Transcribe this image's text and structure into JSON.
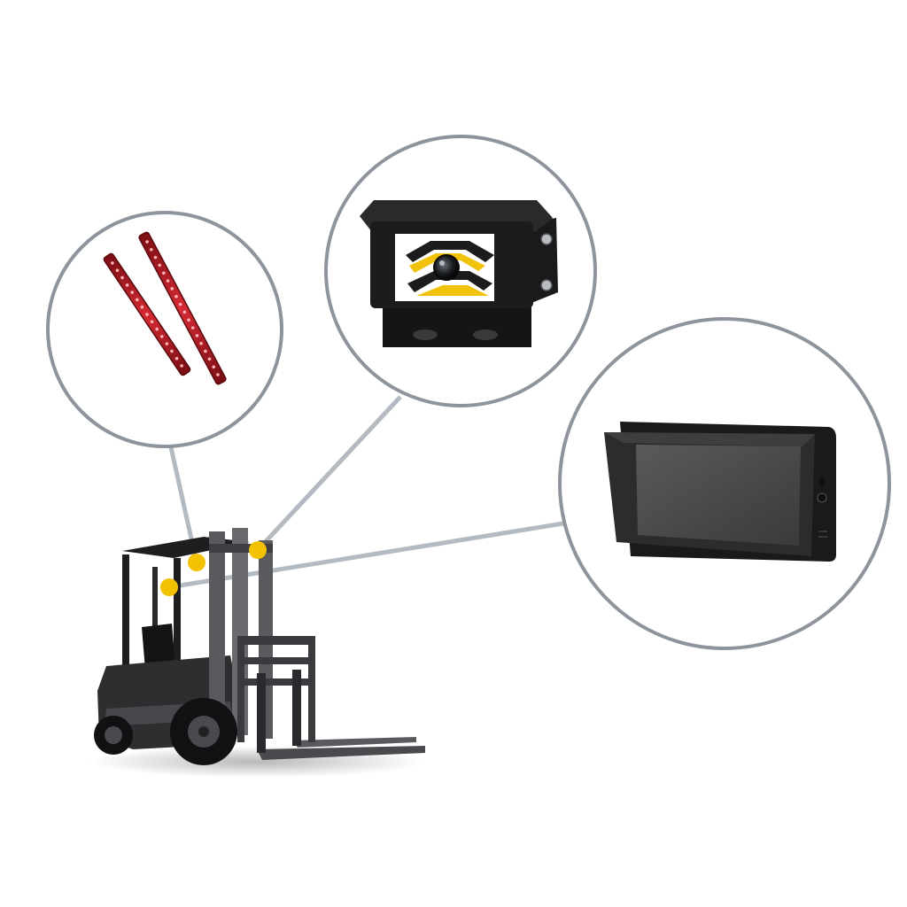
{
  "colors": {
    "background": "#ffffff",
    "callout_ring": "#8e949c",
    "connector_line": "#b4bac2",
    "mount_marker": "#f2c200",
    "led_red": "#c8202a",
    "camera_body": "#1c1c1e",
    "camera_stripe_yellow": "#f0c20a",
    "monitor_body": "#262628",
    "monitor_screen": "#4a4a4a",
    "forklift_body": "#2e2e30",
    "forklift_mast": "#5a5a5e"
  },
  "callouts": [
    {
      "id": "led-light-bars",
      "icon": "led-strip-icon"
    },
    {
      "id": "reversing-camera",
      "icon": "camera-icon"
    },
    {
      "id": "monitor-display",
      "icon": "monitor-icon"
    }
  ],
  "vehicle": {
    "icon": "forklift-icon"
  }
}
